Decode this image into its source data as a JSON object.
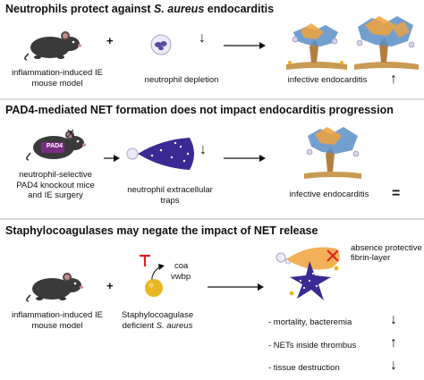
{
  "panel1": {
    "title_pre": "Neutrophils protect against ",
    "title_italic": "S. aureus",
    "title_post": " endocarditis",
    "mouse_label": "inflammation-induced IE mouse model",
    "plus": "+",
    "depletion_label": "neutrophil depletion",
    "result_label": "infective endocarditis",
    "depletion_arrow": "down",
    "result_arrow": "up"
  },
  "panel2": {
    "title": "PAD4-mediated NET formation does not impact endocarditis progression",
    "mouse_badge": "PAD4",
    "mouse_label": "neutrophil-selective PAD4 knockout mice and IE surgery",
    "net_label": "neutrophil extracellular traps",
    "result_label": "infective endocarditis",
    "equals": "=",
    "net_arrow": "down"
  },
  "panel3": {
    "title": "Staphylocoagulases may negate the impact of NET release",
    "mouse_label": "inflammation-induced IE mouse model",
    "plus": "+",
    "gene1": "coa",
    "gene2": "vwbp",
    "bacteria_label_pre": "Staphylocoagulase deficient ",
    "bacteria_label_italic": "S. aureus",
    "absence_label": "absence protective fibrin-layer",
    "outcomes": [
      {
        "text": "- mortality, bacteremia",
        "arrow": "down"
      },
      {
        "text": "- NETs inside thrombus",
        "arrow": "up"
      },
      {
        "text": "- tissue destruction",
        "arrow": "down"
      }
    ]
  },
  "colors": {
    "mouse_body": "#3a3a3a",
    "mouse_pad4": "#7b2d83",
    "net_purple": "#3b2a93",
    "thrombus_blue": "#5a8ec7",
    "thrombus_orange": "#f0a23c",
    "valve_tan": "#c99a52",
    "bacteria_yellow": "#e8b620",
    "inhibitor_red": "#e02020",
    "separator": "#d9d9d9"
  }
}
